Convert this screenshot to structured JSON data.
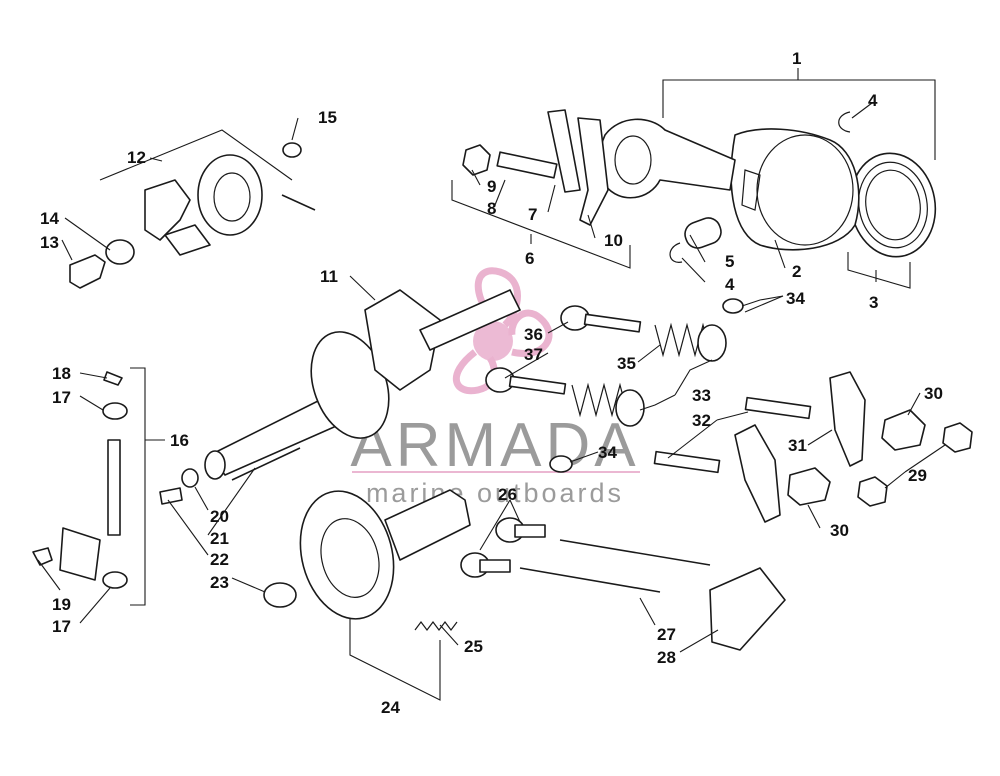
{
  "callouts": {
    "c1": "1",
    "c2": "2",
    "c3": "3",
    "c4a": "4",
    "c4b": "4",
    "c5": "5",
    "c6": "6",
    "c7": "7",
    "c8": "8",
    "c9": "9",
    "c10": "10",
    "c11": "11",
    "c12": "12",
    "c13": "13",
    "c14": "14",
    "c15": "15",
    "c16": "16",
    "c17a": "17",
    "c17b": "17",
    "c18": "18",
    "c19": "19",
    "c20": "20",
    "c21": "21",
    "c22": "22",
    "c23": "23",
    "c24": "24",
    "c25": "25",
    "c26": "26",
    "c27": "27",
    "c28": "28",
    "c29": "29",
    "c30a": "30",
    "c30b": "30",
    "c31": "31",
    "c32": "32",
    "c33": "33",
    "c34a": "34",
    "c34b": "34",
    "c35": "35",
    "c36": "36",
    "c37": "37"
  },
  "watermark": {
    "brand": "ARMADA",
    "tagline": "marine outboards",
    "brand_color": "#8a8a8a",
    "logo_color": "#e39ac0"
  }
}
